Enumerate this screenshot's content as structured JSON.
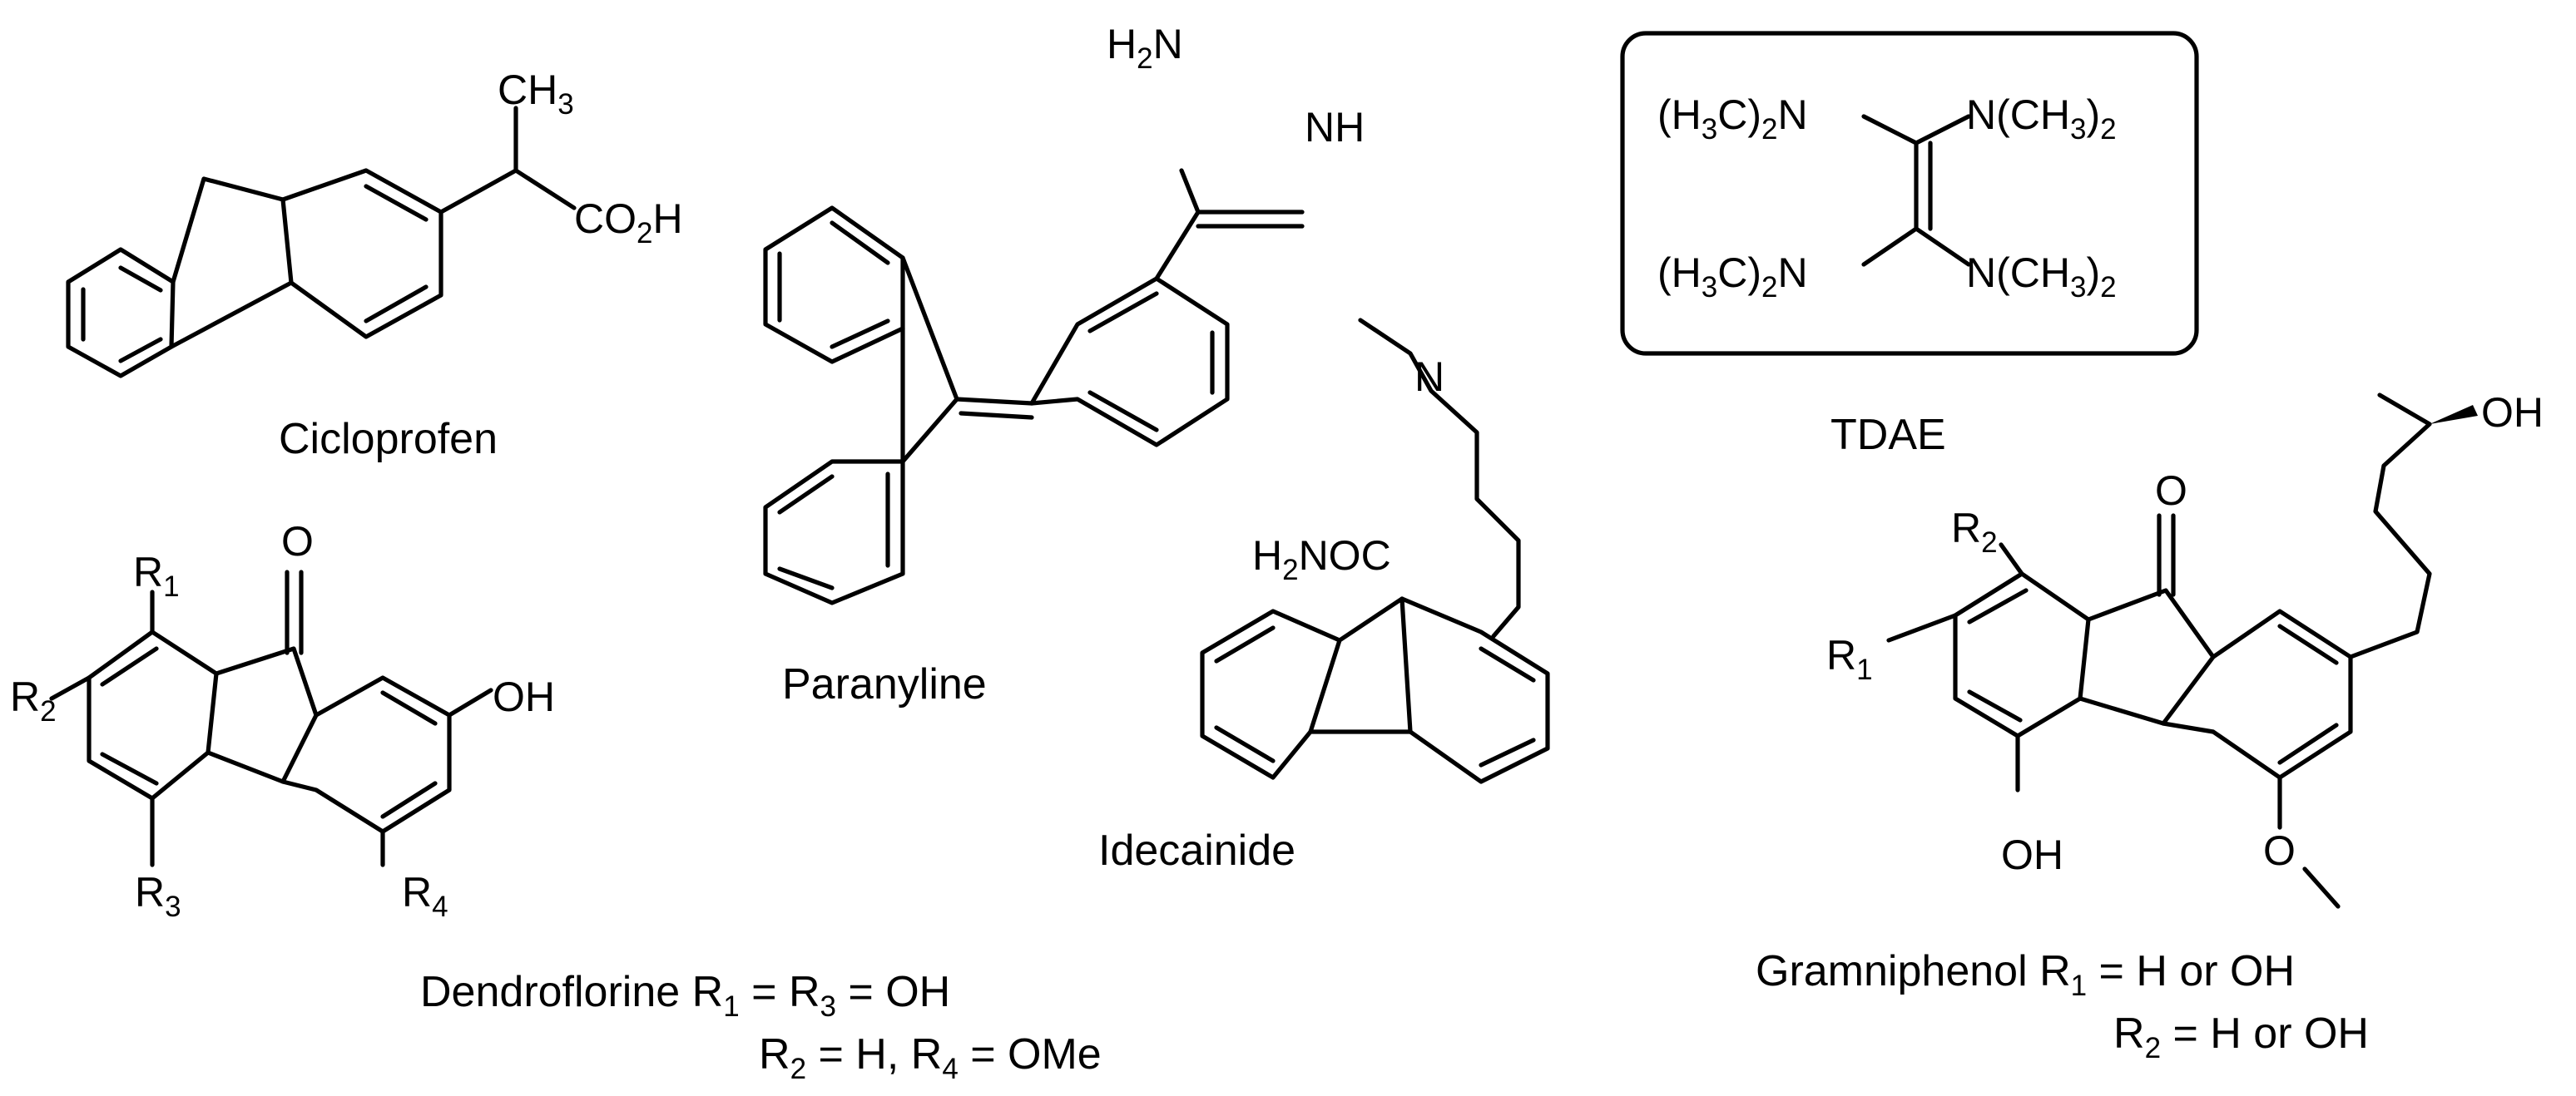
{
  "molecules": {
    "cicloprofen": {
      "name": "Cicloprofen",
      "methyl": {
        "main": "CH",
        "sub": "3"
      },
      "acid": {
        "a": "CO",
        "b": "2",
        "c": "H"
      }
    },
    "paranyline": {
      "name": "Paranyline",
      "amine": {
        "a": "H",
        "b": "2",
        "c": "N"
      },
      "imine": "NH"
    },
    "tdae": {
      "name": "TDAE",
      "groups": [
        {
          "a": "(H",
          "b": "3",
          "c": "C)",
          "d": "2",
          "e": "N"
        },
        {
          "a": "N(CH",
          "b": "3",
          "c": ")",
          "d": "2",
          "e": ""
        },
        {
          "a": "(H",
          "b": "3",
          "c": "C)",
          "d": "2",
          "e": "N"
        },
        {
          "a": "N(CH",
          "b": "3",
          "c": ")",
          "d": "2",
          "e": ""
        }
      ]
    },
    "idecainide": {
      "name": "Idecainide",
      "dimethylamino": "N",
      "amide": {
        "a": "H",
        "b": "2",
        "c": "NOC"
      }
    },
    "dendroflorine": {
      "name": "Dendroflorine",
      "carbonyl": "O",
      "hydroxyl": "OH",
      "r_groups": [
        {
          "main": "R",
          "sub": "1"
        },
        {
          "main": "R",
          "sub": "2"
        },
        {
          "main": "R",
          "sub": "3"
        },
        {
          "main": "R",
          "sub": "4"
        }
      ],
      "caption_line1": {
        "name": "Dendroflorine",
        "r1": "R",
        "s1": "1",
        "eq1": " = ",
        "r3": "R",
        "s3": "3",
        "eq2": " = OH"
      },
      "caption_line2": {
        "r2": "R",
        "s2": "2",
        "eq1": " = H, ",
        "r4": "R",
        "s4": "4",
        "eq2": " = OMe"
      }
    },
    "gramniphenol": {
      "name": "Gramniphenol",
      "carbonyl": "O",
      "hydroxyl_side": "OH",
      "hydroxyl_ring": "OH",
      "methoxy_o": "O",
      "r_groups": [
        {
          "main": "R",
          "sub": "2"
        },
        {
          "main": "R",
          "sub": "1"
        }
      ],
      "caption_line1": {
        "name": "Gramniphenol",
        "r": "R",
        "s": "1",
        "eq": " = H or OH"
      },
      "caption_line2": {
        "r": "R",
        "s": "2",
        "eq": " = H or OH"
      }
    }
  }
}
